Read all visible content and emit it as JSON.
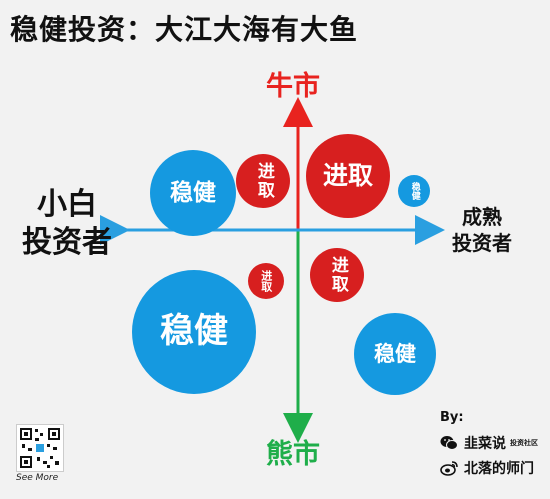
{
  "title": "稳健投资：大江大海有大鱼",
  "axes": {
    "top": "牛市",
    "bottom": "熊市",
    "left_line1": "小白",
    "left_line2": "投资者",
    "right_line1": "成熟",
    "right_line2": "投资者"
  },
  "bubbles": [
    {
      "label": "稳健",
      "kind": "steady"
    },
    {
      "label": "进取",
      "kind": "aggressive"
    },
    {
      "label": "进取",
      "kind": "aggressive"
    },
    {
      "label": "稳健",
      "kind": "steady"
    },
    {
      "label": "进取",
      "kind": "aggressive"
    },
    {
      "label": "进取",
      "kind": "aggressive"
    },
    {
      "label": "稳健",
      "kind": "steady"
    },
    {
      "label": "稳健",
      "kind": "steady"
    }
  ],
  "colors": {
    "steady": "#1599e0",
    "aggressive": "#d71f1f",
    "bull_arrow": "#e8231f",
    "bear_arrow": "#1fae4a",
    "horizontal_axis": "#2a9fe0"
  },
  "footer": {
    "see_more": "See More",
    "by": "By:",
    "credit1": "韭菜说",
    "credit1_small": "投资社区",
    "credit2": "北落的师门"
  },
  "icons": [
    "wechat-icon",
    "weibo-icon",
    "qr-code"
  ]
}
